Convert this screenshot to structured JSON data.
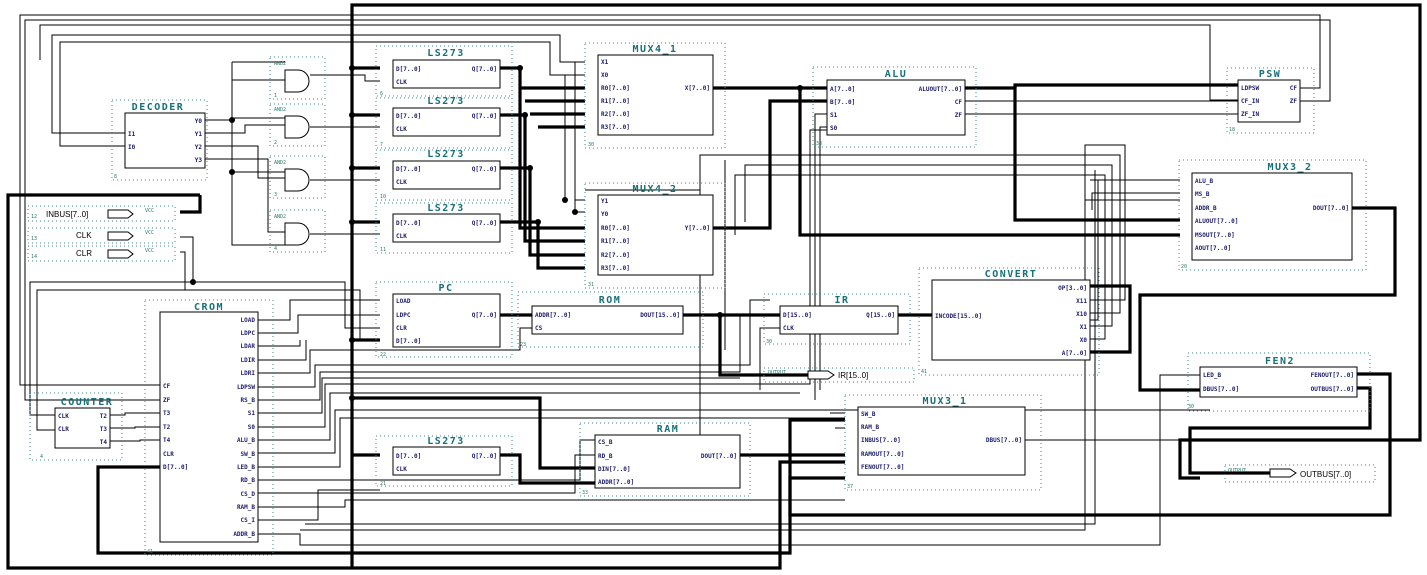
{
  "modules": {
    "ls273_a": {
      "title": "LS273",
      "inst": "6",
      "pins_l": [
        "D[7..0]",
        "CLK"
      ],
      "pins_r": [
        "Q[7..0]"
      ]
    },
    "ls273_b": {
      "title": "LS273",
      "inst": "7",
      "pins_l": [
        "D[7..0]",
        "CLK"
      ],
      "pins_r": [
        "Q[7..0]"
      ]
    },
    "ls273_c": {
      "title": "LS273",
      "inst": "10",
      "pins_l": [
        "D[7..0]",
        "CLK"
      ],
      "pins_r": [
        "Q[7..0]"
      ]
    },
    "ls273_d": {
      "title": "LS273",
      "inst": "11",
      "pins_l": [
        "D[7..0]",
        "CLK"
      ],
      "pins_r": [
        "Q[7..0]"
      ]
    },
    "ls273_e": {
      "title": "LS273",
      "inst": "21",
      "pins_l": [
        "D[7..0]",
        "CLK"
      ],
      "pins_r": [
        "Q[7..0]"
      ]
    },
    "mux4_1": {
      "title": "MUX4_1",
      "inst": "30",
      "pins_l": [
        "X1",
        "X0",
        "R0[7..0]",
        "R1[7..0]",
        "R2[7..0]",
        "R3[7..0]"
      ],
      "pins_r": [
        "X[7..0]"
      ]
    },
    "mux4_2": {
      "title": "MUX4_2",
      "inst": "31",
      "pins_l": [
        "Y1",
        "Y0",
        "R0[7..0]",
        "R1[7..0]",
        "R2[7..0]",
        "R3[7..0]"
      ],
      "pins_r": [
        "Y[7..0]"
      ]
    },
    "alu": {
      "title": "ALU",
      "inst": "33",
      "pins_l": [
        "A[7..0]",
        "B[7..0]",
        "S1",
        "S0"
      ],
      "pins_r": [
        "ALUOUT[7..0]",
        "CF",
        "ZF"
      ]
    },
    "psw": {
      "title": "PSW",
      "inst": "18",
      "pins_l": [
        "LDPSW",
        "CF_IN",
        "ZF_IN"
      ],
      "pins_r": [
        "CF",
        "ZF"
      ]
    },
    "decoder": {
      "title": "DECODER",
      "inst": "8",
      "pins_l": [
        "I1",
        "I0"
      ],
      "pins_r": [
        "Y0",
        "Y1",
        "Y2",
        "Y3"
      ]
    },
    "mux3_2": {
      "title": "MUX3_2",
      "inst": "20",
      "pins_l": [
        "ALU_B",
        "MS_B",
        "ADDR_B",
        "ALUOUT[7..0]",
        "MSOUT[7..0]",
        "AOUT[7..0]"
      ],
      "pins_r": [
        "DOUT[7..0]"
      ]
    },
    "convert": {
      "title": "CONVERT",
      "inst": "41",
      "pins_l": [
        "INCODE[15..0]"
      ],
      "pins_r": [
        "OP[3..0]",
        "X11",
        "X10",
        "X1",
        "X0",
        "A[7..0]"
      ]
    },
    "pc": {
      "title": "PC",
      "inst": "22",
      "pins_l": [
        "LOAD",
        "LDPC",
        "CLR",
        "D[7..0]"
      ],
      "pins_r": [
        "Q[7..0]"
      ]
    },
    "rom": {
      "title": "ROM",
      "inst": "23",
      "pins_l": [
        "ADDR[7..0]",
        "CS"
      ],
      "pins_r": [
        "DOUT[15..0]"
      ]
    },
    "ir": {
      "title": "IR",
      "inst": "30",
      "pins_l": [
        "D[15..0]",
        "CLK"
      ],
      "pins_r": [
        "Q[15..0]"
      ]
    },
    "crom": {
      "title": "CROM",
      "inst": "41",
      "pins_l": [
        "CF",
        "ZF",
        "T3",
        "T2",
        "T4",
        "CLR",
        "D[7..0]"
      ],
      "pins_r": [
        "LOAD",
        "LDPC",
        "LDAR",
        "LDIR",
        "LDRI",
        "LDPSW",
        "RS_B",
        "S1",
        "S0",
        "ALU_B",
        "SW_B",
        "LED_B",
        "RD_B",
        "CS_D",
        "RAM_B",
        "CS_I",
        "ADDR_B"
      ]
    },
    "counter": {
      "title": "COUNTER",
      "inst": "4",
      "pins_l": [
        "CLK",
        "CLR"
      ],
      "pins_r": [
        "T2",
        "T3",
        "T4"
      ]
    },
    "ram": {
      "title": "RAM",
      "inst": "33",
      "pins_l": [
        "CS_B",
        "RD_B",
        "DIN[7..0]",
        "ADDR[7..0]"
      ],
      "pins_r": [
        "DOUT[7..0]"
      ]
    },
    "mux3_1": {
      "title": "MUX3_1",
      "inst": "37",
      "pins_l": [
        "SW_B",
        "RAM_B",
        "INBUS[7..0]",
        "RAMOUT[7..0]",
        "FENOUT[7..0]"
      ],
      "pins_r": [
        "DBUS[7..0]"
      ]
    },
    "fen2": {
      "title": "FEN2",
      "inst": "30",
      "pins_l": [
        "LED_B",
        "DBUS[7..0]"
      ],
      "pins_r": [
        "FENOUT[7..0]",
        "OUTBUS[7..0]"
      ]
    }
  },
  "gates": [
    {
      "label": "AND2",
      "inst": "1"
    },
    {
      "label": "AND2",
      "inst": "2"
    },
    {
      "label": "AND2",
      "inst": "3"
    },
    {
      "label": "AND2",
      "inst": "4"
    }
  ],
  "inputs": [
    {
      "label": "INBUS[7..0]",
      "tag": "VCC",
      "inst": "12"
    },
    {
      "label": "CLK",
      "tag": "VCC",
      "inst": "13"
    },
    {
      "label": "CLR",
      "tag": "VCC",
      "inst": "14"
    }
  ],
  "outputs": [
    {
      "label": "IR[15..0]",
      "tag": "OUTPUT"
    },
    {
      "label": "OUTBUS[7..0]",
      "tag": "OUTPUT"
    }
  ]
}
